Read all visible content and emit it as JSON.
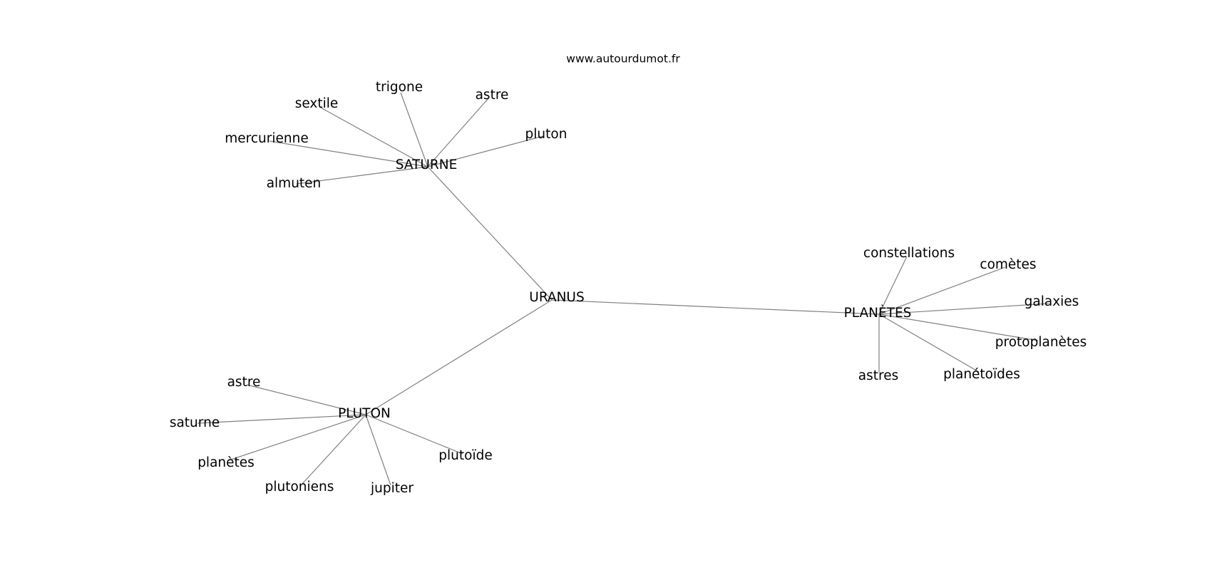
{
  "site": "www.autourdumot.fr",
  "colors": {
    "edge": "#808080",
    "text": "#000000",
    "background": "#ffffff"
  },
  "graph": {
    "center": "URANUS",
    "hubs": [
      {
        "id": "saturne",
        "label": "SATURNE",
        "leaves": [
          "trigone",
          "sextile",
          "astre",
          "mercurienne",
          "pluton",
          "almuten"
        ]
      },
      {
        "id": "planetes",
        "label": "PLANÈTES",
        "leaves": [
          "constellations",
          "comètes",
          "galaxies",
          "protoplanètes",
          "planétoïdes",
          "astres"
        ]
      },
      {
        "id": "pluton",
        "label": "PLUTON",
        "leaves": [
          "astre",
          "saturne",
          "planètes",
          "plutoniens",
          "jupiter",
          "plutoïde"
        ]
      }
    ]
  }
}
